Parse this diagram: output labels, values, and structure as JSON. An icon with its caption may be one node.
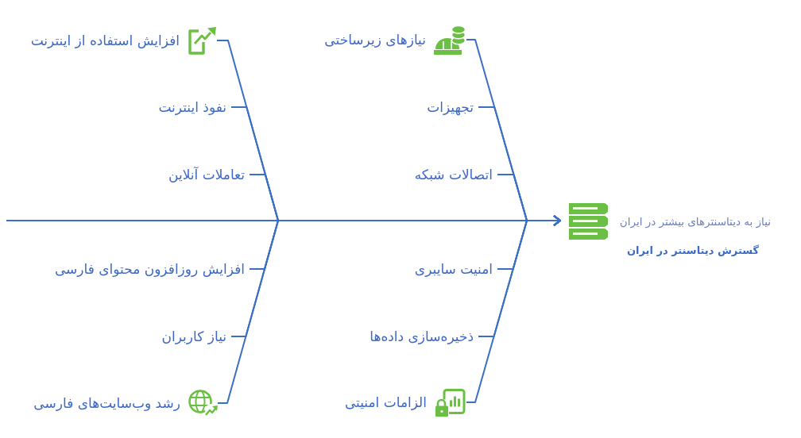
{
  "diagram": {
    "nodes": [
      {
        "text": [
          "نیاز به دیتاسنترهای بیشتر در ایران",
          "گسترش دیتاسنتر در ایران"
        ]
      },
      {
        "text": [
          "افزایش استفاده از اینترنت"
        ]
      },
      {
        "text": [
          "نفوذ اینترنت"
        ]
      },
      {
        "text": [
          "تعاملات آنلاین"
        ]
      },
      {
        "text": [
          "نیازهای زیرساختی"
        ]
      },
      {
        "text": [
          "تجهیزات"
        ]
      },
      {
        "text": [
          "اتصالات شبکه"
        ]
      },
      {
        "text": [
          "افزایش روزافزون محتوای فارسی"
        ]
      },
      {
        "text": [
          "نیاز کاربران"
        ]
      },
      {
        "text": [
          "رشد وب‌سایت‌های فارسی"
        ]
      },
      {
        "text": [
          "امنیت سایبری"
        ]
      },
      {
        "text": [
          "ذخیره‌سازی داده‌ها"
        ]
      },
      {
        "text": [
          "الزامات امنیتی"
        ]
      }
    ],
    "edges": [
      {
        "from": null,
        "to": 0,
        "arrow": "to"
      },
      {
        "from": 1,
        "to": 0,
        "arrow": "to"
      },
      {
        "from": 2,
        "to": 0,
        "arrow": "to"
      },
      {
        "from": 3,
        "to": 0,
        "arrow": "to"
      },
      {
        "from": 4,
        "to": 0,
        "arrow": "to"
      },
      {
        "from": 5,
        "to": 0,
        "arrow": "to"
      },
      {
        "from": 6,
        "to": 0,
        "arrow": "to"
      },
      {
        "from": 7,
        "to": 0,
        "arrow": "to"
      },
      {
        "from": 8,
        "to": 0,
        "arrow": "to"
      },
      {
        "from": 9,
        "to": 0,
        "arrow": "to"
      },
      {
        "from": 10,
        "to": 0,
        "arrow": "to"
      },
      {
        "from": 11,
        "to": 0,
        "arrow": "to"
      },
      {
        "from": 12,
        "to": 0,
        "arrow": "to"
      }
    ]
  }
}
